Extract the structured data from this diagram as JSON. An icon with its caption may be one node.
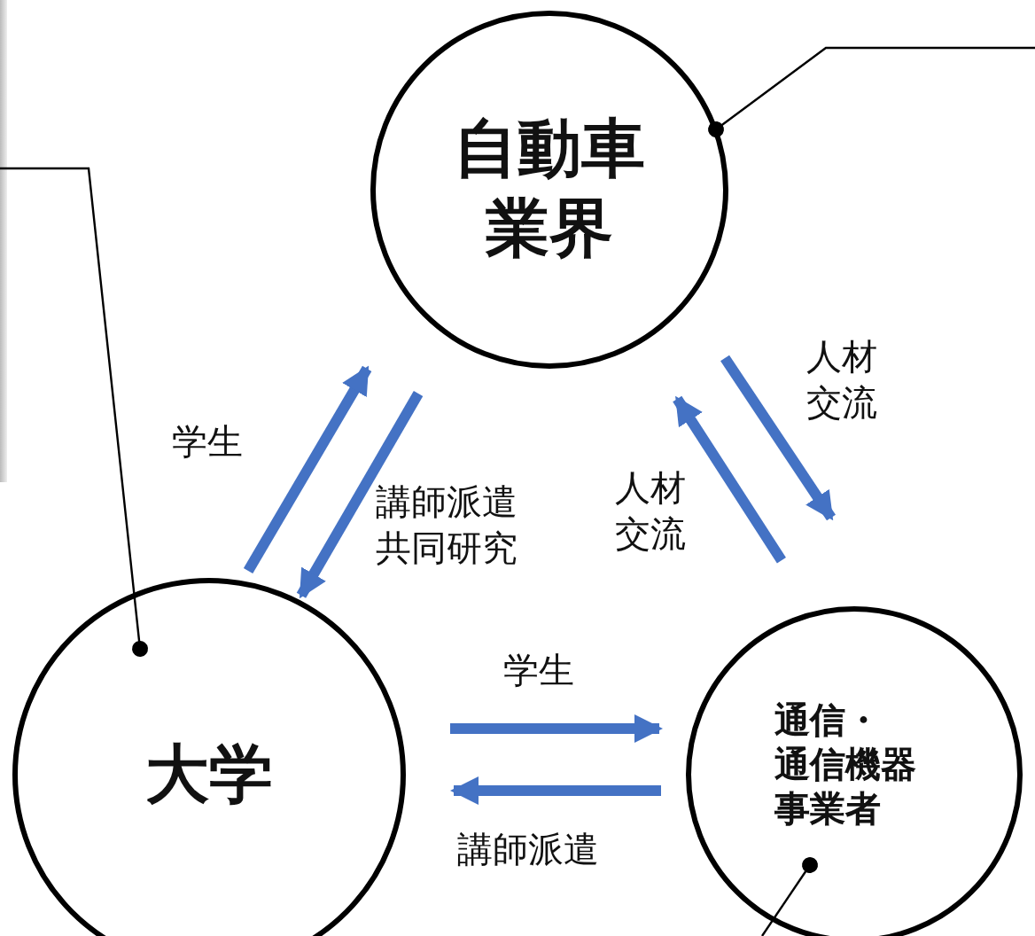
{
  "diagram": {
    "nodes": [
      {
        "text": [
          "自動車業界"
        ]
      },
      {
        "text": [
          "大学"
        ]
      },
      {
        "text": [
          "通信・通信機器事業者"
        ]
      }
    ],
    "edges": [
      {
        "from": 1,
        "to": 0,
        "arrow": "to",
        "label": "学生"
      },
      {
        "from": 0,
        "to": 1,
        "arrow": "to",
        "label": "講師派遣共同研究"
      },
      {
        "from": 0,
        "to": 2,
        "arrow": "to",
        "label": "人材交流"
      },
      {
        "from": 2,
        "to": 0,
        "arrow": "to",
        "label": "人材交流"
      },
      {
        "from": 1,
        "to": 2,
        "arrow": "to",
        "label": "学生"
      },
      {
        "from": 2,
        "to": 1,
        "arrow": "to",
        "label": "講師派遣"
      },
      {
        "from": null,
        "to": 0,
        "arrow": "other",
        "color": "#000000"
      },
      {
        "from": null,
        "to": 1,
        "arrow": "other",
        "color": "#000000"
      },
      {
        "from": null,
        "to": 2,
        "arrow": "other",
        "color": "#000000"
      }
    ]
  }
}
